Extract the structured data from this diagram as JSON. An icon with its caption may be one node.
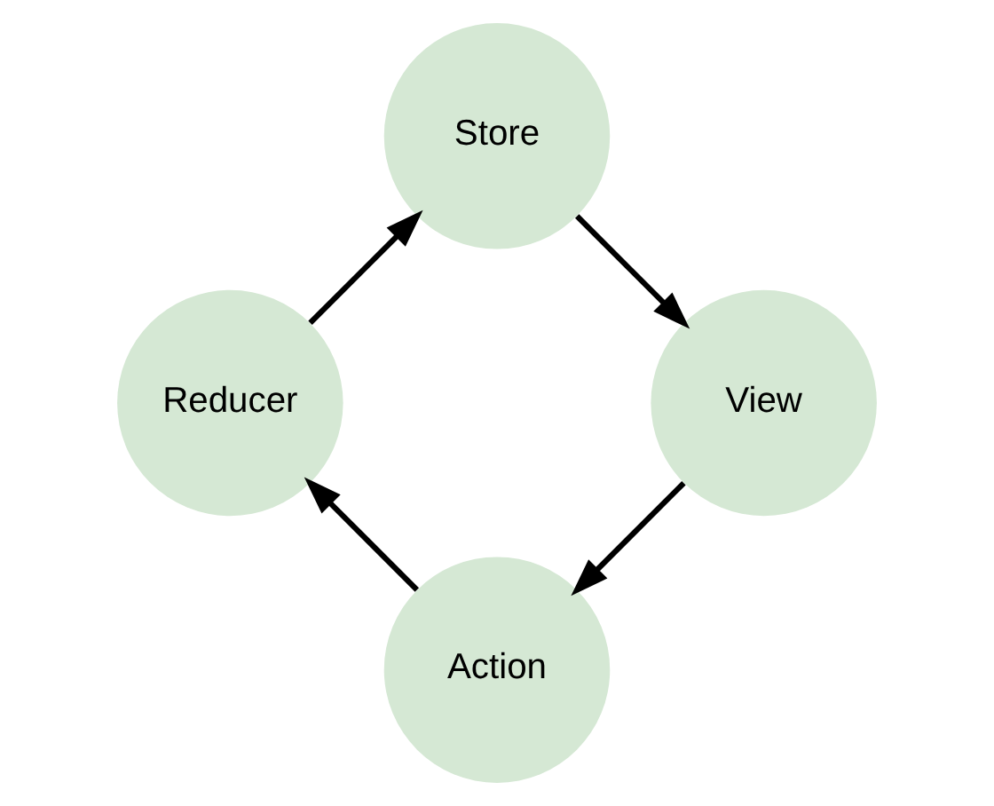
{
  "diagram": {
    "nodes": [
      {
        "text": [
          "Action"
        ]
      },
      {
        "text": [
          "View"
        ]
      },
      {
        "text": [
          "Reducer"
        ]
      },
      {
        "text": [
          "Store"
        ]
      }
    ],
    "edges": [
      {
        "from": 0,
        "to": 2,
        "arrow": "to"
      },
      {
        "from": 2,
        "to": 3,
        "arrow": "to"
      },
      {
        "from": 3,
        "to": 1,
        "arrow": "to"
      },
      {
        "from": 1,
        "to": 0,
        "arrow": "to"
      }
    ]
  }
}
